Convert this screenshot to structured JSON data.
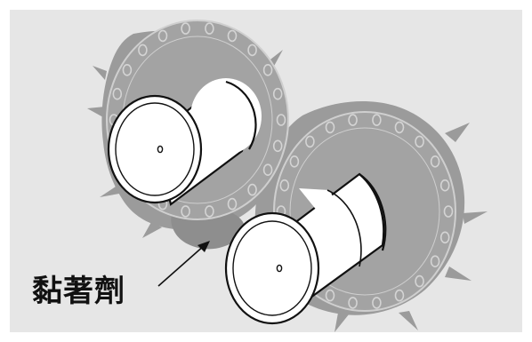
{
  "figure": {
    "callout_label": "黏著劑",
    "colors": {
      "panel_bg": "#e6e6e6",
      "frame_border": "#ffffff",
      "adhesive": "#9b9b9b",
      "adhesive_dark": "#7f7f7f",
      "cylinder_fill": "#ffffff",
      "outline": "#111111"
    },
    "icons": {
      "callout_arrow": "arrow-up-right-icon"
    },
    "parts": [
      "adhesive-smear-upper",
      "adhesive-smear-lower",
      "perforated-disc-upper",
      "perforated-disc-lower",
      "bushing-upper",
      "bushing-lower"
    ]
  }
}
